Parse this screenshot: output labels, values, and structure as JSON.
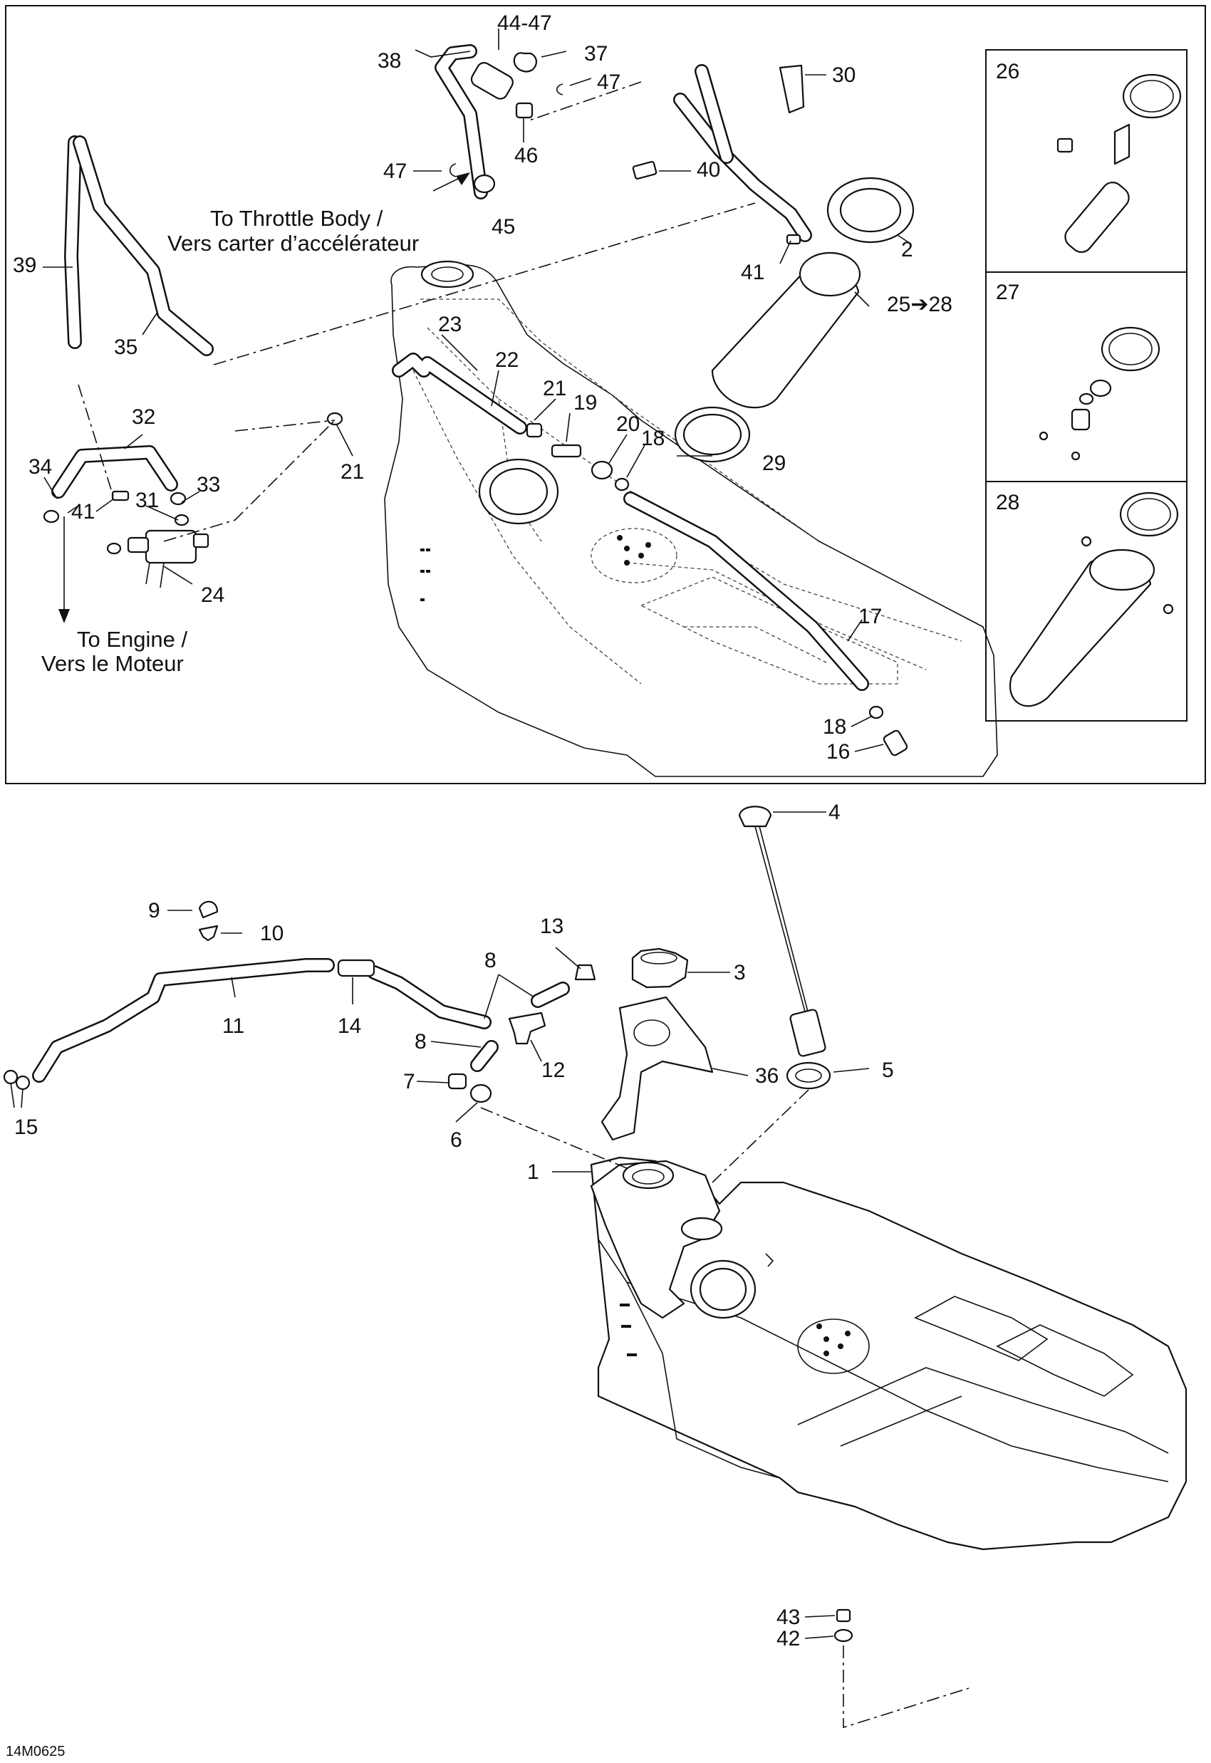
{
  "document": {
    "code": "14M0625",
    "notes": {
      "throttle_en": "To Throttle Body /",
      "throttle_fr": "Vers carter d’accélérateur",
      "engine_en": "To Engine /",
      "engine_fr": "Vers le Moteur"
    },
    "labels": {
      "l1": "1",
      "l2": "2",
      "l3": "3",
      "l4": "4",
      "l5": "5",
      "l6": "6",
      "l7": "7",
      "l8a": "8",
      "l8b": "8",
      "l9": "9",
      "l10": "10",
      "l11": "11",
      "l12": "12",
      "l13": "13",
      "l14": "14",
      "l15": "15",
      "l16": "16",
      "l17": "17",
      "l18a": "18",
      "l18b": "18",
      "l19": "19",
      "l20": "20",
      "l21a": "21",
      "l21b": "21",
      "l22": "22",
      "l23": "23",
      "l24": "24",
      "l25": "25➔28",
      "l26": "26",
      "l27": "27",
      "l28": "28",
      "l29": "29",
      "l30": "30",
      "l31": "31",
      "l32": "32",
      "l33": "33",
      "l34": "34",
      "l35": "35",
      "l36": "36",
      "l37": "37",
      "l38": "38",
      "l39": "39",
      "l40": "40",
      "l41a": "41",
      "l41b": "41",
      "l42": "42",
      "l43": "43",
      "l44": "44-47",
      "l45": "45",
      "l46": "46",
      "l47a": "47",
      "l47b": "47"
    }
  }
}
